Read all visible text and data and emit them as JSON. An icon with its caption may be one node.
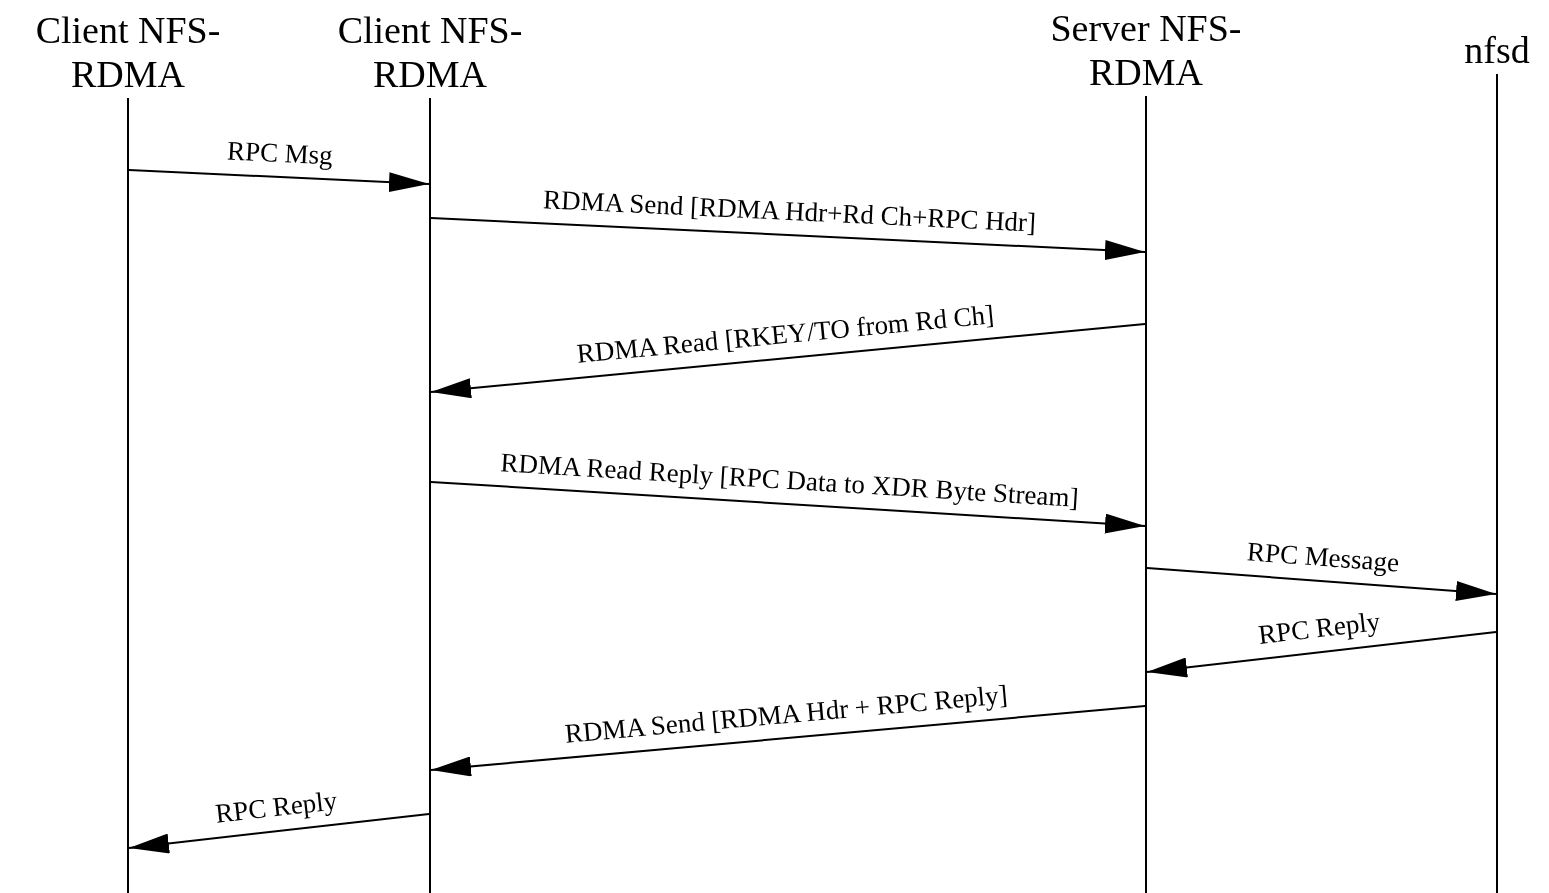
{
  "diagram": {
    "nodes": [
      {
        "text": [
          "Client NFS-RDMA"
        ]
      },
      {
        "text": [
          "Client NFS-RDMA"
        ]
      },
      {
        "text": [
          "Server NFS-RDMA"
        ]
      },
      {
        "text": [
          "nfsd"
        ]
      }
    ],
    "edges": [
      {
        "from": 0,
        "to": 1,
        "arrow": "to",
        "label": "RPC Msg"
      },
      {
        "from": 1,
        "to": 2,
        "arrow": "to",
        "label": "RDMA Send [RDMA Hdr+Rd Ch+RPC Hdr]"
      },
      {
        "from": 2,
        "to": 1,
        "arrow": "to",
        "label": "RDMA Read [RKEY/TO from Rd Ch]"
      },
      {
        "from": 1,
        "to": 2,
        "arrow": "to",
        "label": "RDMA Read Reply [RPC Data to XDR Byte Stream]"
      },
      {
        "from": 2,
        "to": 3,
        "arrow": "to",
        "label": "RPC Message"
      },
      {
        "from": 3,
        "to": 2,
        "arrow": "to",
        "label": "RPC Reply"
      },
      {
        "from": 2,
        "to": 1,
        "arrow": "to",
        "label": "RDMA Send [RDMA Hdr + RPC Reply]"
      },
      {
        "from": 1,
        "to": 0,
        "arrow": "to",
        "label": "RPC Reply"
      }
    ]
  }
}
